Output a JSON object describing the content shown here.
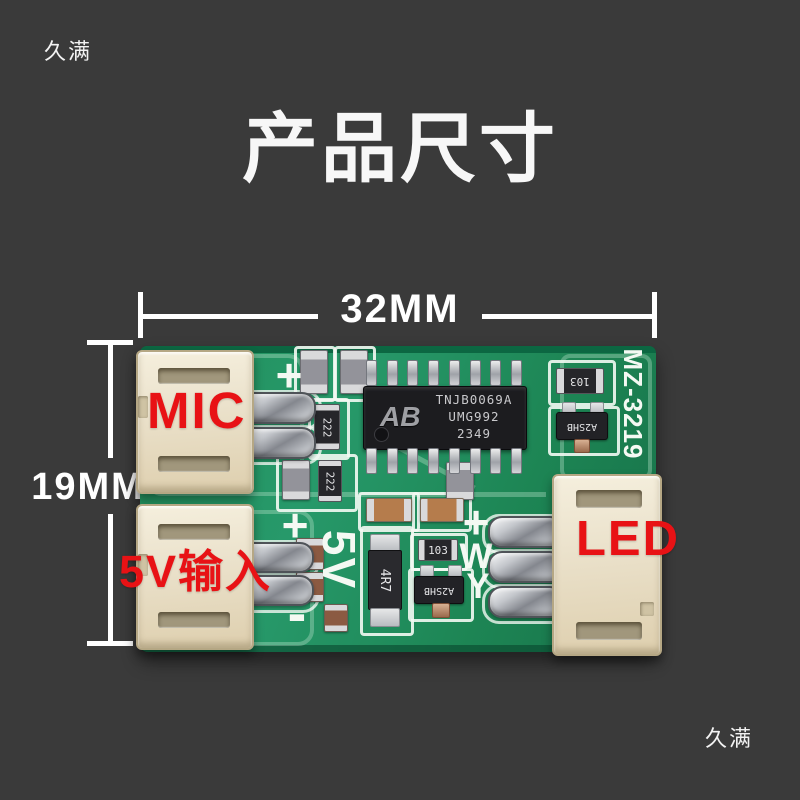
{
  "watermarks": {
    "top_left": "久满",
    "bottom_right": "久满"
  },
  "title": "产品尺寸",
  "dimension": {
    "width": "32MM",
    "height": "19MM"
  },
  "annotations": {
    "mic": "MIC",
    "power_input": "5V输入",
    "led": "LED"
  },
  "pcb": {
    "model_silkscreen": "MZ-3219",
    "silkscreen": {
      "plus": "+",
      "minus": "-",
      "power": "5V",
      "w": "W",
      "y": "Y"
    },
    "ic": {
      "logo": "AB",
      "part_number": "TNJB0069A",
      "lot_code": "UMG992",
      "date_code": "2349"
    },
    "components": {
      "resistor_222": "222",
      "resistor_103": "103",
      "inductor_4r7": "4R7",
      "mosfet_a2shb": "A2SHB"
    }
  },
  "colors": {
    "background": "#3a3a3a",
    "board_green": "#1e8a58",
    "annotation_red": "#e81215",
    "silkscreen_white": "#f4f9f3",
    "connector_cream": "#ece3cf",
    "dimension_line": "#ffffff"
  }
}
